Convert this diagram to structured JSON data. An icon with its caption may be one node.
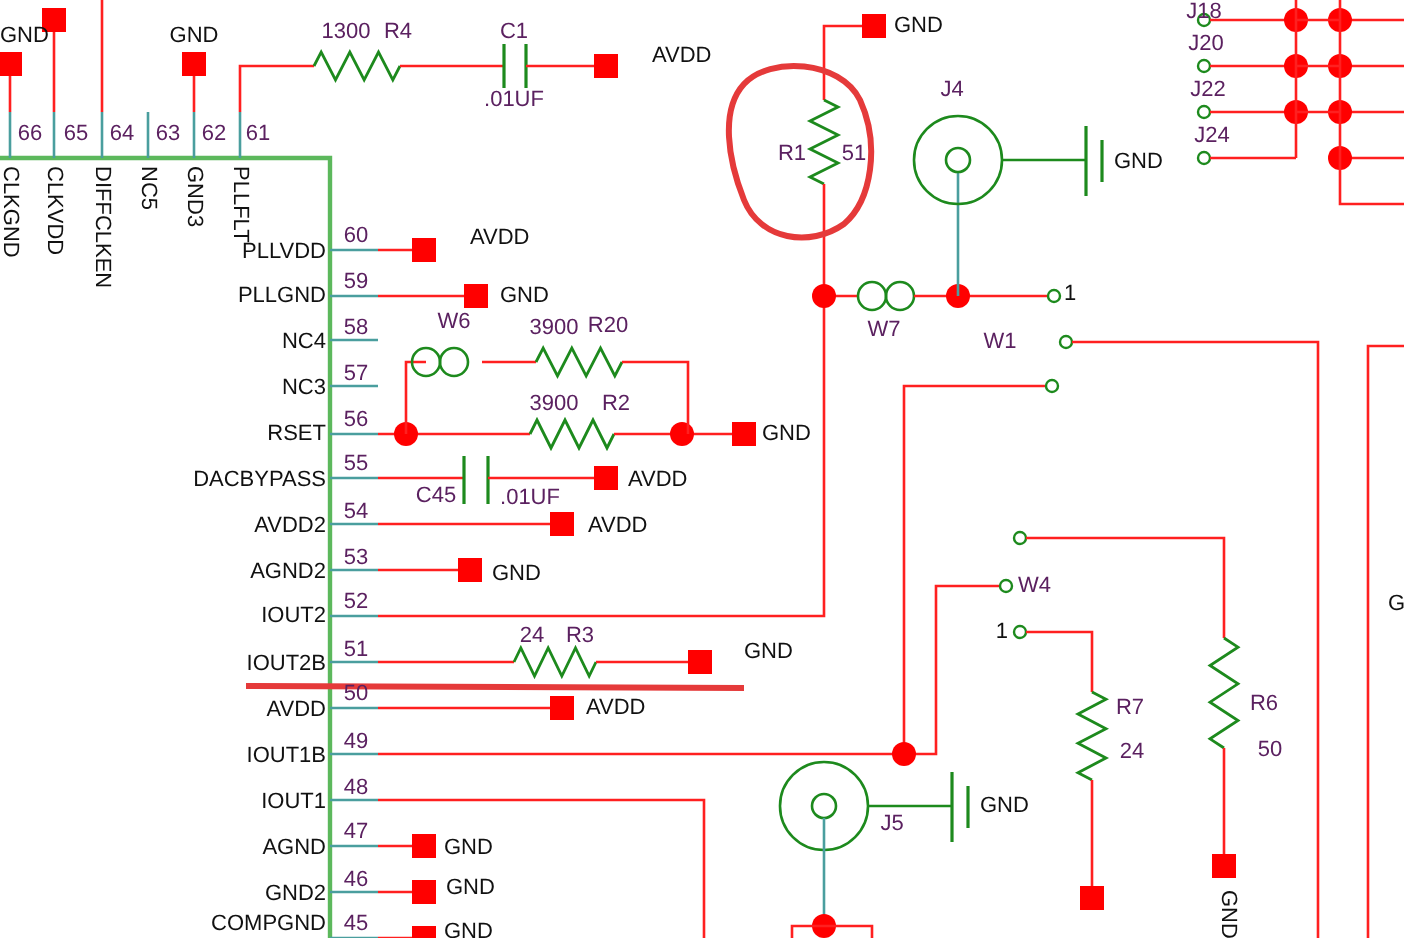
{
  "diagram": {
    "labels": [
      "GND",
      "GND",
      "1300",
      "R4",
      "C1",
      ".01UF",
      "AVDD",
      "J18",
      "GND",
      "J20",
      "J4",
      "J22",
      "66",
      "65",
      "64",
      "63",
      "62",
      "61",
      "J24",
      "R1",
      "51",
      "GND",
      "CLKGND",
      "CLKVDD",
      "DIFFCLKEN",
      "NC5",
      "GND3",
      "PLLFLT",
      "60",
      "AVDD",
      "PLLVDD",
      "59",
      "PLLGND",
      "GND",
      "1",
      "58",
      "W6",
      "3900",
      "R20",
      "W7",
      "NC4",
      "W1",
      "57",
      "NC3",
      "3900",
      "R2",
      "56",
      "RSET",
      "GND",
      "55",
      "DACBYPASS",
      "AVDD",
      "C45",
      ".01UF",
      "54",
      "AVDD2",
      "AVDD",
      "53",
      "AGND2",
      "GND",
      "IOUT2",
      "52",
      "W4",
      "G",
      "IOUT2B",
      "51",
      "24",
      "R3",
      "GND",
      "1",
      "AVDD",
      "50",
      "AVDD",
      "R7",
      "R6",
      "IOUT1B",
      "49",
      "24",
      "50",
      "48",
      "IOUT1",
      "GND",
      "J5",
      "47",
      "AGND",
      "GND",
      "GND2",
      "46",
      "GND",
      "GND",
      "COMPGND",
      "45",
      "GND"
    ]
  }
}
